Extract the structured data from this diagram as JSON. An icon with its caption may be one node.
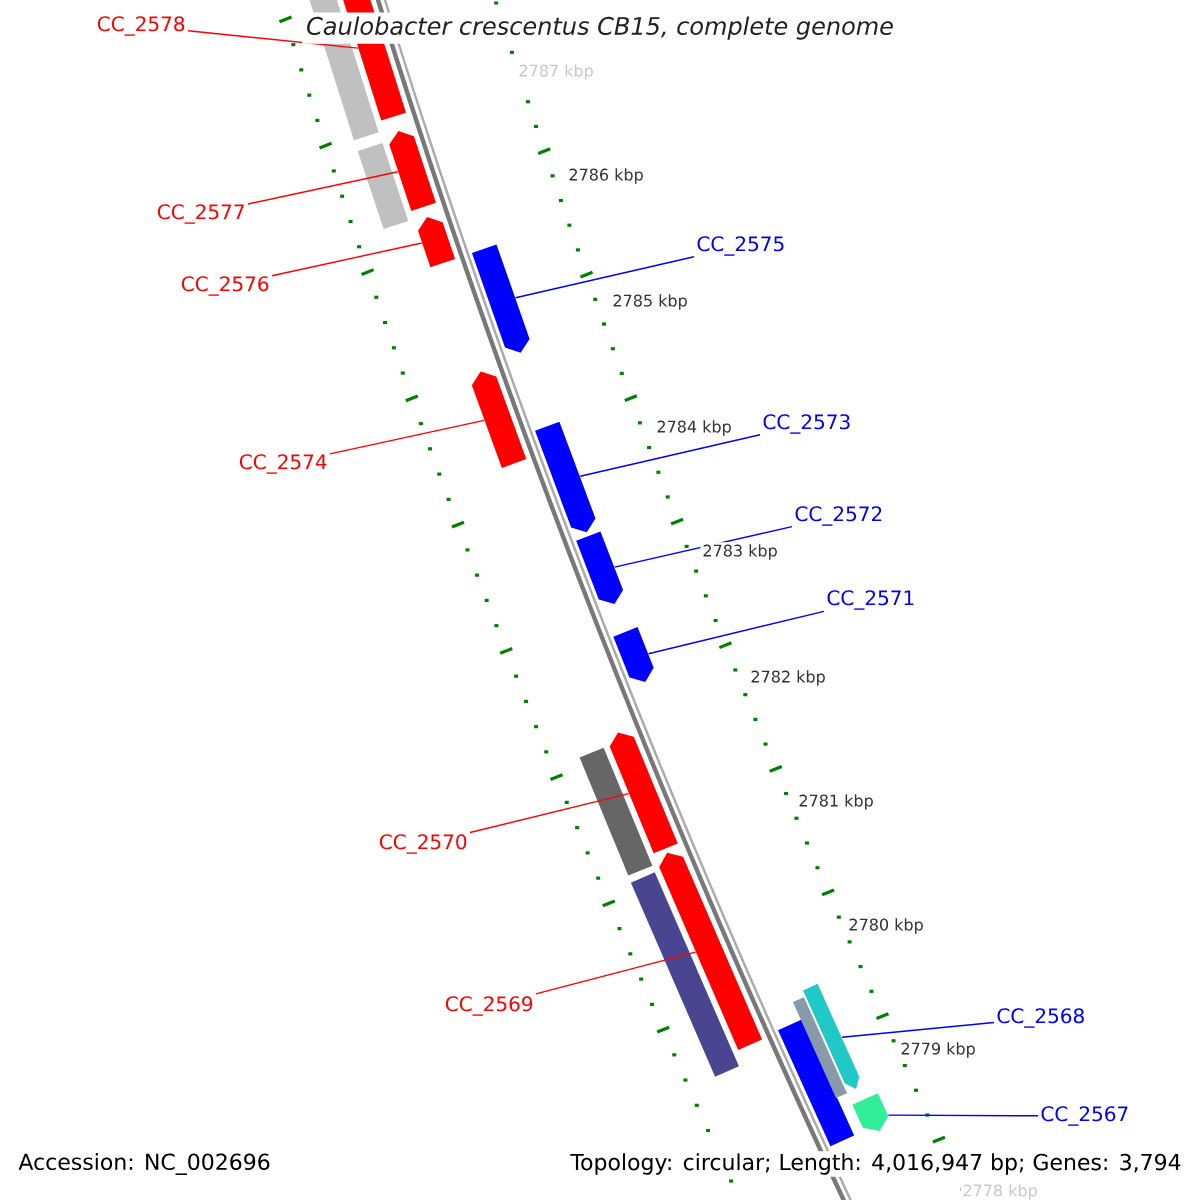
{
  "diagram": {
    "title": "Caulobacter crescentus CB15, complete genome",
    "nodes": [
      {
        "text": [
          "CC_2578"
        ]
      },
      {
        "text": [
          "CC_2577"
        ]
      },
      {
        "text": [
          "CC_2575"
        ]
      },
      {
        "text": [
          "CC_2576"
        ]
      },
      {
        "text": [
          "CC_2573"
        ]
      },
      {
        "text": [
          "CC_2574"
        ]
      },
      {
        "text": [
          "CC_2572"
        ]
      },
      {
        "text": [
          "CC_2571"
        ]
      },
      {
        "text": [
          "CC_2570"
        ]
      },
      {
        "text": [
          "CC_2569"
        ]
      },
      {
        "text": [
          "CC_2568"
        ]
      },
      {
        "text": [
          "CC_2567"
        ]
      },
      {
        "text": [],
        "shape": "bar"
      },
      {
        "text": [],
        "shape": "bar"
      },
      {
        "text": [],
        "shape": "bar"
      },
      {
        "text": [],
        "shape": "bar"
      },
      {
        "text": [],
        "shape": "bar"
      },
      {
        "text": [],
        "shape": "bar"
      },
      {
        "text": [],
        "shape": "bar"
      },
      {
        "text": [],
        "shape": "bar"
      },
      {
        "text": [],
        "shape": "bar"
      },
      {
        "text": [],
        "shape": "bar"
      },
      {
        "text": [],
        "shape": "bar"
      },
      {
        "text": [],
        "shape": "bar"
      },
      {
        "text": [],
        "shape": "box"
      },
      {
        "text": [],
        "shape": "box"
      },
      {
        "text": [],
        "shape": "box"
      },
      {
        "text": [],
        "shape": "box"
      },
      {
        "text": [],
        "shape": "box"
      },
      {
        "text": [],
        "shape": "box"
      }
    ],
    "edges": [
      {
        "from": 0,
        "to": 12,
        "arrow": "none"
      },
      {
        "from": 1,
        "to": 13,
        "arrow": "none"
      },
      {
        "from": 2,
        "to": 15,
        "arrow": "none",
        "color": "#0000ff"
      },
      {
        "from": 3,
        "to": 14,
        "arrow": "none"
      },
      {
        "from": 4,
        "to": 17,
        "arrow": "none",
        "color": "#0000ff"
      },
      {
        "from": 5,
        "to": 16,
        "arrow": "none"
      },
      {
        "from": 6,
        "to": 18,
        "arrow": "none",
        "color": "#0000ff"
      },
      {
        "from": 7,
        "to": 19,
        "arrow": "none",
        "color": "#0000ff"
      },
      {
        "from": 8,
        "to": 20,
        "arrow": "none"
      },
      {
        "from": 9,
        "to": 21,
        "arrow": "none"
      },
      {
        "from": 10,
        "to": 22,
        "arrow": "none",
        "color": "#0000ff"
      },
      {
        "from": 11,
        "to": 23,
        "arrow": "none",
        "color": "#0000ff"
      }
    ],
    "labels": [
      "2787 kbp",
      "2786 kbp",
      "2785 kbp",
      "2784 kbp",
      "2783 kbp",
      "2782 kbp",
      "2781 kbp",
      "2780 kbp",
      "2779 kbp",
      "2778 kbp",
      "Accession: NC_002696",
      "Topology: circular; Length: 4,016,947 bp; Genes: 3,794"
    ]
  }
}
